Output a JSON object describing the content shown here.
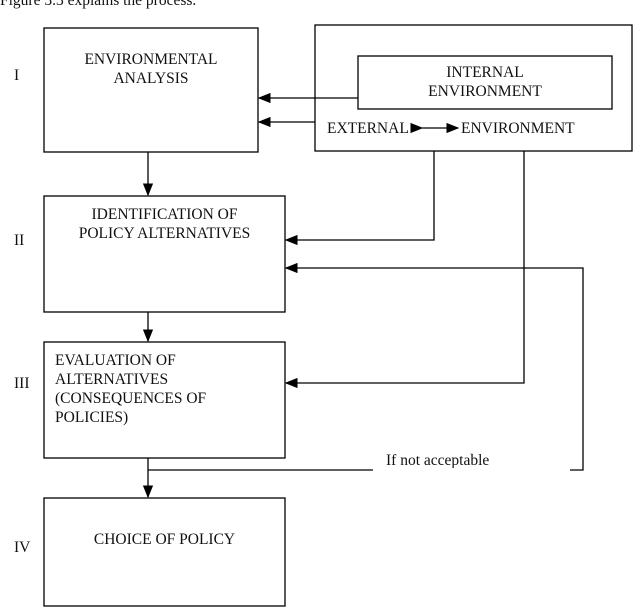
{
  "caption": "Figure 3.3 explains the process.",
  "stages": [
    {
      "numeral": "I",
      "label_lines": [
        "ENVIRONMENTAL",
        "ANALYSIS"
      ]
    },
    {
      "numeral": "II",
      "label_lines": [
        "IDENTIFICATION OF",
        "POLICY ALTERNATIVES"
      ]
    },
    {
      "numeral": "III",
      "label_lines": [
        "EVALUATION OF",
        "ALTERNATIVES",
        "(CONSEQUENCES OF",
        "POLICIES)"
      ]
    },
    {
      "numeral": "IV",
      "label_lines": [
        "CHOICE OF POLICY"
      ]
    }
  ],
  "environment": {
    "internal_lines": [
      "INTERNAL",
      "ENVIRONMENT"
    ],
    "external_left": "EXTERNAL",
    "external_right": "ENVIRONMENT"
  },
  "loop_label": "If  not acceptable"
}
